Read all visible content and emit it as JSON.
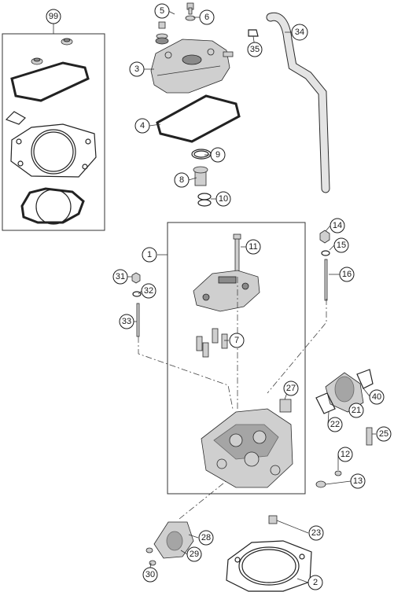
{
  "diagram": {
    "callouts": [
      "99",
      "5",
      "6",
      "3",
      "4",
      "9",
      "8",
      "10",
      "34",
      "35",
      "14",
      "15",
      "16",
      "1",
      "11",
      "31",
      "32",
      "33",
      "7",
      "27",
      "40",
      "21",
      "22",
      "25",
      "12",
      "13",
      "28",
      "29",
      "30",
      "23",
      "2"
    ]
  },
  "icons": {
    "valve_cover": "valve-cover-icon",
    "cylinder_head": "cylinder-head-icon",
    "camshaft_bridge": "camshaft-bridge-icon",
    "breather_hose": "breather-hose-icon"
  }
}
